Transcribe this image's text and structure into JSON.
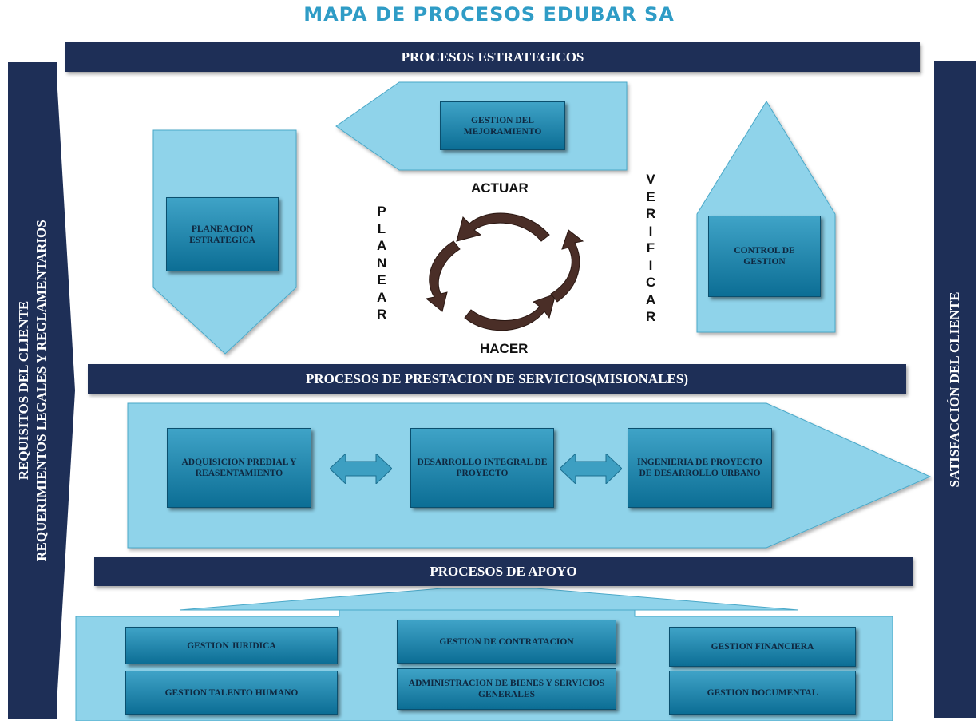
{
  "title": "MAPA DE PROCESOS EDUBAR SA",
  "bands": {
    "estrategicos": "PROCESOS ESTRATEGICOS",
    "misionales": "PROCESOS DE PRESTACION DE SERVICIOS(MISIONALES)",
    "apoyo": "PROCESOS DE  APOYO"
  },
  "left_bar": {
    "line1": "REQUISITOS DEL CLIENTE",
    "line2": "REQUERIMIENTOS LEGALES Y REGLAMENTARIOS"
  },
  "right_bar": {
    "label": "SATISFACCIÓN DEL CLIENTE"
  },
  "strategic": {
    "mejoramiento": "GESTION DEL MEJORAMIENTO",
    "planeacion": "PLANEACION ESTRATEGICA",
    "control": "CONTROL DE GESTION"
  },
  "cycle": {
    "actuar": "ACTUAR",
    "hacer": "HACER",
    "planear": "PLANEAR",
    "verificar": "VERIFICAR"
  },
  "misionales": {
    "adquisicion": "ADQUISICION PREDIAL Y REASENTAMIENTO",
    "desarrollo": "DESARROLLO INTEGRAL DE PROYECTO",
    "ingenieria": "INGENIERIA DE PROYECTO DE DESARROLLO URBANO"
  },
  "apoyo": {
    "juridica": "GESTION JURIDICA",
    "talento": "GESTION TALENTO HUMANO",
    "contratacion": "GESTION DE CONTRATACION",
    "bienes": "ADMINISTRACION DE BIENES Y SERVICIOS GENERALES",
    "financiera": "GESTION FINANCIERA",
    "documental": "GESTION DOCUMENTAL"
  },
  "colors": {
    "band": "#1e2f57",
    "light_shape": "#8fd3ea",
    "box": "#1f87b0",
    "title": "#2f9cc6",
    "cycle_arrow": "#4a2e27"
  }
}
